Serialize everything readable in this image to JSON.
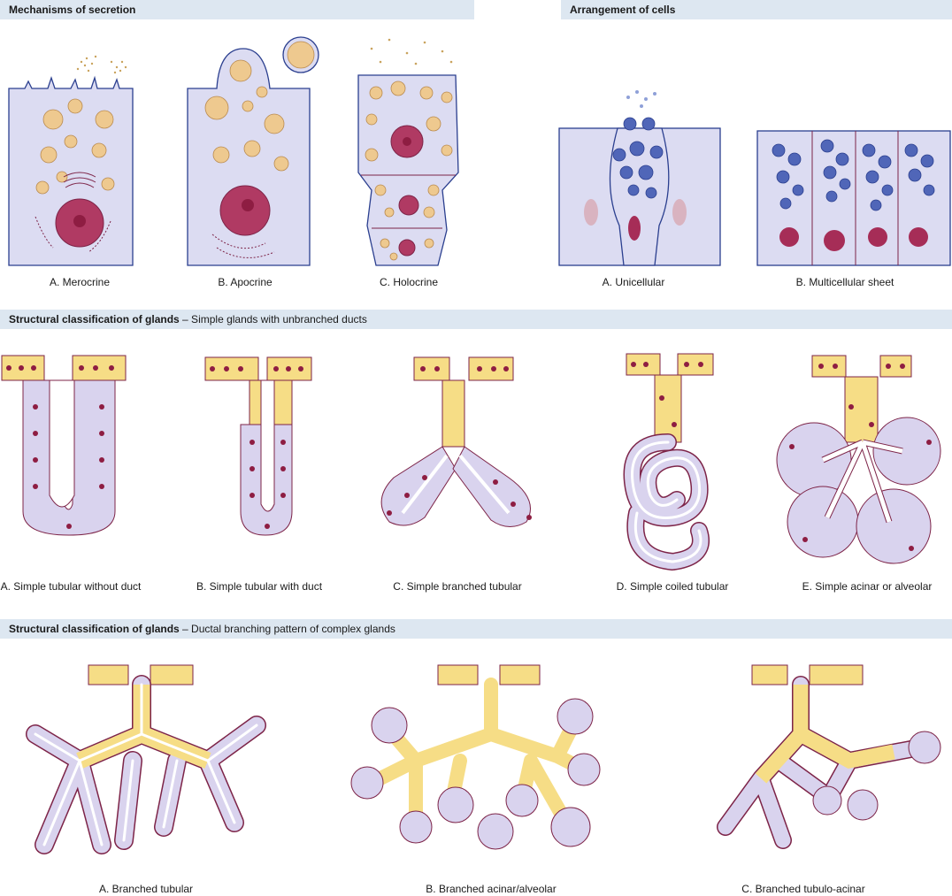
{
  "sections": {
    "mechanisms": {
      "title": "Mechanisms of secretion"
    },
    "arrangement": {
      "title": "Arrangement of cells"
    },
    "simple": {
      "title": "Structural classification of glands",
      "subtitle": " – Simple glands with unbranched ducts"
    },
    "complex": {
      "title": "Structural classification of glands",
      "subtitle": " – Ductal branching pattern of complex glands"
    }
  },
  "captions": {
    "merocrine": "A. Merocrine",
    "apocrine": "B. Apocrine",
    "holocrine": "C. Holocrine",
    "unicellular": "A. Unicellular",
    "multicellular": "B. Multicellular sheet",
    "simple_tubular_no_duct": "A. Simple tubular without duct",
    "simple_tubular_duct": "B. Simple tubular with duct",
    "simple_branched": "C. Simple branched tubular",
    "simple_coiled": "D. Simple coiled tubular",
    "simple_acinar": "E. Simple acinar or alveolar",
    "branched_tubular": "A.  Branched tubular",
    "branched_acinar": "B.  Branched acinar/alveolar",
    "branched_tubulo_acinar": "C.  Branched tubulo-acinar"
  },
  "colors": {
    "header_band": "#dde7f1",
    "cell_fill": "#dcdcf2",
    "duct_yellow": "#f6dd86",
    "nucleus": "#8e1d42",
    "granule": "#eec98f",
    "mucus_blue": "#5066b8"
  }
}
